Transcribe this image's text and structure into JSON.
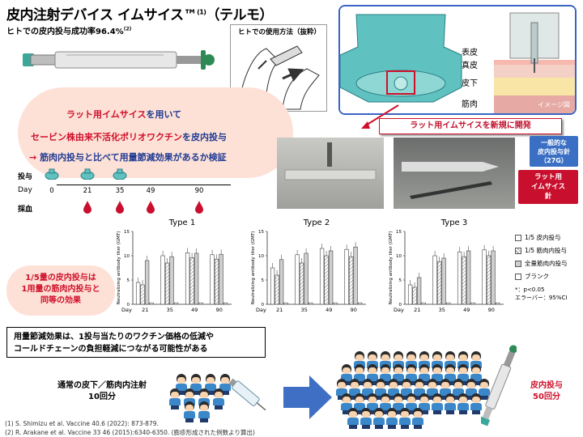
{
  "header": {
    "title": "皮内注射デバイス イムサイス™",
    "title_sup": "(1)",
    "title_maker": "（テルモ）",
    "subtitle": "ヒトでの皮内投与成功率96.4%",
    "subtitle_sup": "(2)"
  },
  "usage_box": {
    "label": "ヒトでの使用方法（抜粋）"
  },
  "skin_diagram": {
    "layers": [
      "表皮",
      "真皮",
      "皮下",
      "筋肉"
    ],
    "caption": "イメージ図"
  },
  "intro": {
    "line1_a": "ラット用イムサイス",
    "line1_b": "を用いて",
    "line2_a": "セービン株由来不活化ポリオワクチン",
    "line2_b": "を皮内投与",
    "line3_arrow": "→",
    "line3": "筋肉内投与と比べて用量節減効果があるか検証"
  },
  "new_device": "ラット用イムサイスを新規に開発",
  "photo_callouts": {
    "standard_line1": "一般的な",
    "standard_line2": "皮内投与針",
    "standard_line3": "（27G）",
    "rat_line1": "ラット用",
    "rat_line2": "イムサイス",
    "rat_line3": "針"
  },
  "schedule": {
    "dose_label": "投与",
    "day_label": "Day",
    "blood_label": "採血",
    "days": [
      "0",
      "21",
      "35",
      "49",
      "90"
    ],
    "dose_days": [
      "0",
      "21",
      "35"
    ],
    "blood_days": [
      "21",
      "35",
      "49",
      "90"
    ]
  },
  "effect_text": {
    "l1": "1/5量の皮内投与は",
    "l2": "1用量の筋肉内投与と",
    "l3": "同等の効果"
  },
  "chart_data": [
    {
      "type": "bar",
      "title": "Type 1",
      "ylabel": "Neutralizing antibody titer (GMT)",
      "xlabel": "Day",
      "ylim": [
        0,
        15
      ],
      "yticks": [
        "0",
        "5",
        "10",
        "15"
      ],
      "categories": [
        "21",
        "35",
        "49",
        "90"
      ],
      "series": [
        {
          "name": "1/5 皮内投与",
          "values": [
            4.5,
            10.0,
            10.6,
            10.2
          ]
        },
        {
          "name": "1/5 筋肉内投与",
          "values": [
            4.0,
            8.5,
            9.6,
            9.3
          ]
        },
        {
          "name": "全量筋肉内投与",
          "values": [
            9.0,
            9.8,
            10.5,
            10.3
          ]
        },
        {
          "name": "ブランク",
          "values": [
            0.3,
            0.3,
            0.3,
            0.3
          ]
        }
      ]
    },
    {
      "type": "bar",
      "title": "Type 2",
      "ylabel": "Neutralizing antibody titer (GMT)",
      "xlabel": "Day",
      "ylim": [
        0,
        15
      ],
      "yticks": [
        "0",
        "5",
        "10",
        "15"
      ],
      "categories": [
        "21",
        "35",
        "49",
        "90"
      ],
      "series": [
        {
          "name": "1/5 皮内投与",
          "values": [
            7.5,
            10.2,
            11.5,
            11.3
          ]
        },
        {
          "name": "1/5 筋肉内投与",
          "values": [
            6.0,
            8.5,
            10.0,
            9.8
          ]
        },
        {
          "name": "全量筋肉内投与",
          "values": [
            9.2,
            10.5,
            11.0,
            11.8
          ]
        },
        {
          "name": "ブランク",
          "values": [
            0.3,
            0.3,
            0.3,
            0.3
          ]
        }
      ]
    },
    {
      "type": "bar",
      "title": "Type 3",
      "ylabel": "Neutralizing antibody titer (GMT)",
      "xlabel": "Day",
      "ylim": [
        0,
        15
      ],
      "yticks": [
        "0",
        "5",
        "10",
        "15"
      ],
      "categories": [
        "21",
        "35",
        "49",
        "90"
      ],
      "series": [
        {
          "name": "1/5 皮内投与",
          "values": [
            4.0,
            10.0,
            10.8,
            11.2
          ]
        },
        {
          "name": "1/5 筋肉内投与",
          "values": [
            3.5,
            8.8,
            9.8,
            10.0
          ]
        },
        {
          "name": "全量筋肉内投与",
          "values": [
            5.5,
            9.5,
            11.0,
            11.0
          ]
        },
        {
          "name": "ブランク",
          "values": [
            0.3,
            0.3,
            0.3,
            0.3
          ]
        }
      ]
    }
  ],
  "legend": {
    "items": [
      "1/5 皮内投与",
      "1/5 筋肉内投与",
      "全量筋肉内投与",
      "ブランク"
    ],
    "note1": "*：p<0.05",
    "note2": "エラーバー：95%CI"
  },
  "conclusion": {
    "l1": "用量節減効果は、1投与当たりのワクチン価格の低減や",
    "l2": "コールドチェーンの負担軽減につながる可能性がある"
  },
  "comparison": {
    "normal_l1": "通常の皮下／筋肉内注射",
    "normal_l2": "10回分",
    "isc_l1": "皮内投与",
    "isc_l2": "50回分"
  },
  "references": {
    "r1": "(1) S. Shimizu et al. Vaccine 40.6 (2022): 873-879.",
    "r2": "(2) R. Arakane et al. Vaccine 33 46 (2015):6340-6350. (膨疹形成された例数より算出)"
  },
  "colors": {
    "accent_blue": "#1f3a93",
    "accent_red": "#d0102b",
    "panel_border": "#3a64c4",
    "cloud": "#fde1d6",
    "kid_shirt": "#3a87c9"
  }
}
